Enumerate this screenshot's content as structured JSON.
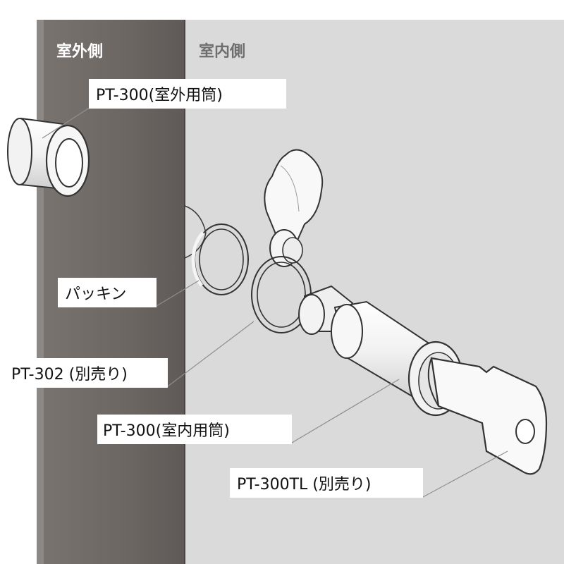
{
  "zones": {
    "outdoor": "室外側",
    "indoor": "室内側"
  },
  "callouts": {
    "outdoor_cylinder": "PT-300(室外用筒)",
    "packing": "パッキン",
    "pt302": "PT-302 (別売り)",
    "indoor_cylinder": "PT-300(室内用筒)",
    "key": "PT-300TL (別売り)"
  },
  "colors": {
    "wall_front": "#6e6866",
    "wall_edge": "#8c8886",
    "room_bg": "#dadada",
    "part_fill": "#f7f7f7",
    "part_stroke": "#3a3a3a"
  }
}
